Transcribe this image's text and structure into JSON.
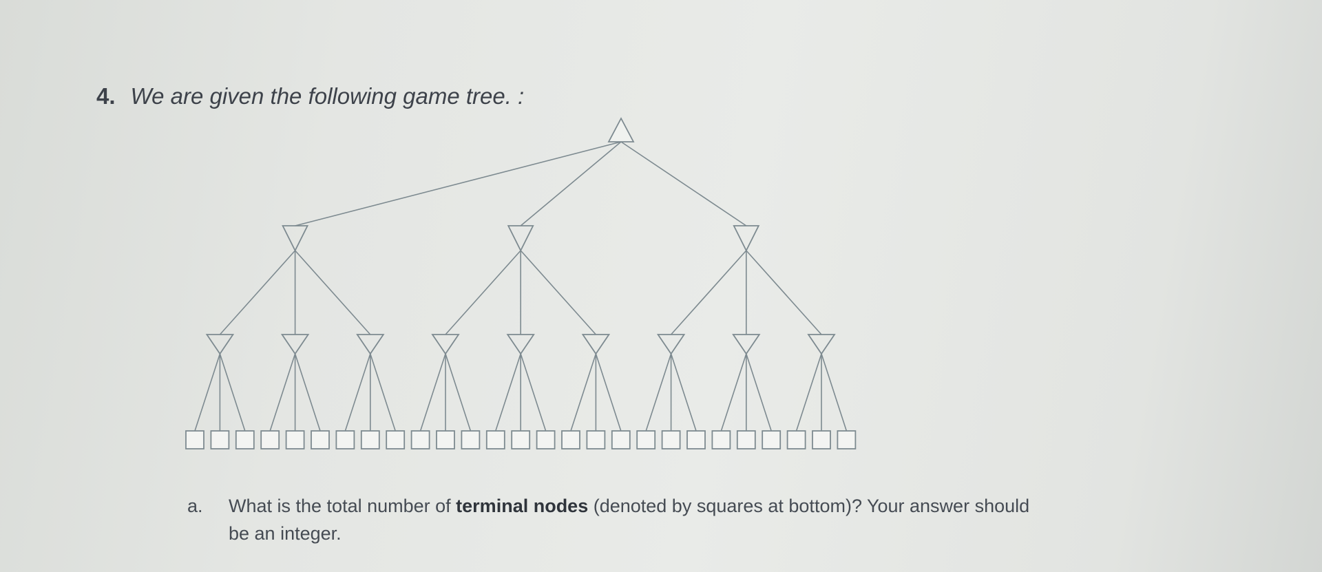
{
  "question": {
    "number": "4.",
    "prompt": "We are given the following game tree. :"
  },
  "tree": {
    "root": "max",
    "levels": [
      {
        "node_shape": "up-triangle",
        "count": 1
      },
      {
        "node_shape": "down-triangle",
        "count": 3
      },
      {
        "node_shape": "down-triangle",
        "count": 9
      },
      {
        "node_shape": "square",
        "count": 27
      }
    ],
    "branching_factor": 3,
    "line_color": "#7d8a90"
  },
  "sub_question": {
    "letter": "a.",
    "text_before": "What is the total number of ",
    "text_bold": "terminal nodes",
    "text_after": " (denoted by squares at bottom)? Your answer should",
    "text_line2": "be an integer."
  }
}
